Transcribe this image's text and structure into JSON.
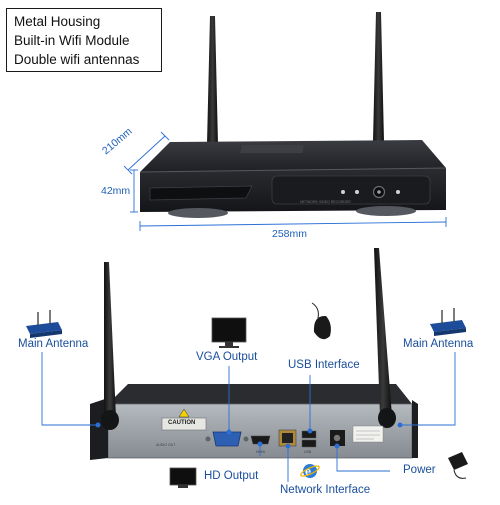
{
  "features": [
    "Metal Housing",
    "Built-in Wifi Module",
    "Double wifi antennas"
  ],
  "dimensions": {
    "depth": "210mm",
    "height": "42mm",
    "width": "258mm"
  },
  "ports": {
    "main_antenna_left": "Main Antenna",
    "main_antenna_right": "Main Antenna",
    "vga_output": "VGA Output",
    "usb_interface": "USB Interface",
    "hd_output": "HD Output",
    "network_interface": "Network Interface",
    "power": "Power"
  },
  "panel_text": {
    "caution": "CAUTION"
  },
  "colors": {
    "label": "#1a4e9c",
    "leader_line": "#2a6fd6",
    "device_body": "#2b2d31",
    "back_panel": "#9aa0a6"
  }
}
